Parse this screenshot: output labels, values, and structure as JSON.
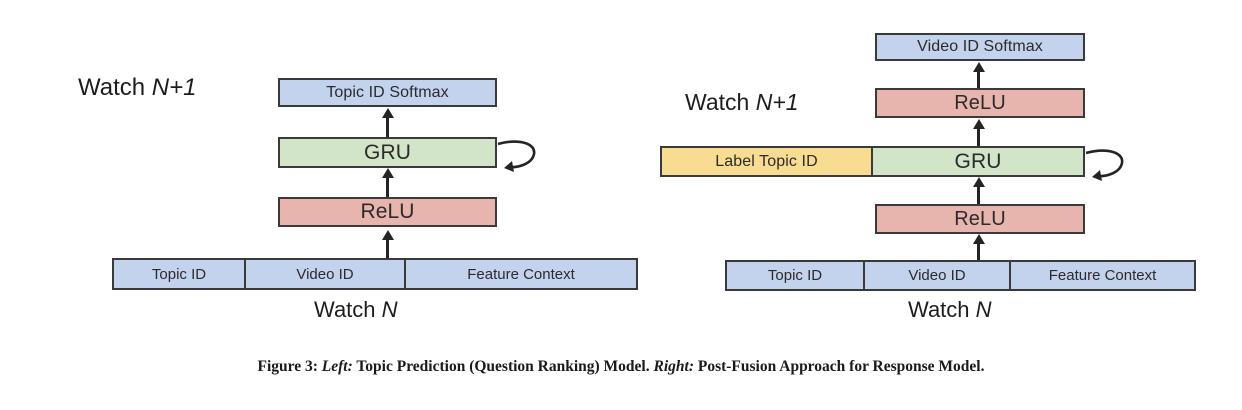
{
  "figure": {
    "caption_prefix": "Figure 3:",
    "caption_left_tag": "Left:",
    "caption_left_text": "Topic Prediction (Question Ranking) Model.",
    "caption_right_tag": "Right:",
    "caption_right_text": "Post-Fusion Approach for Response Model.",
    "caption_full": "Figure 3: Left: Topic Prediction (Question Ranking) Model. Right: Post-Fusion Approach for Response Model."
  },
  "colors": {
    "blue": "#c3d2ed",
    "green": "#d3e5c8",
    "red": "#e8b5ae",
    "yellow": "#f8dc92",
    "stroke": "#3a3a3a",
    "arrow": "#242424",
    "background": "#ffffff"
  },
  "left_panel": {
    "name": "Topic Prediction (Question Ranking) Model",
    "watch_next_label": "Watch ",
    "watch_next_italic": "N+1",
    "watch_current_label": "Watch ",
    "watch_current_italic": "N",
    "output_box": "Topic ID Softmax",
    "recurrent_box": "GRU",
    "activation_box": "ReLU",
    "input_segments": [
      "Topic ID",
      "Video ID",
      "Feature Context"
    ]
  },
  "right_panel": {
    "name": "Post-Fusion Approach for Response Model",
    "watch_next_label": "Watch ",
    "watch_next_italic": "N+1",
    "watch_current_label": "Watch ",
    "watch_current_italic": "N",
    "output_box": "Video ID Softmax",
    "upper_activation_box": "ReLU",
    "fusion_box": "Label Topic ID",
    "recurrent_box": "GRU",
    "lower_activation_box": "ReLU",
    "input_segments": [
      "Topic ID",
      "Video ID",
      "Feature Context"
    ]
  }
}
